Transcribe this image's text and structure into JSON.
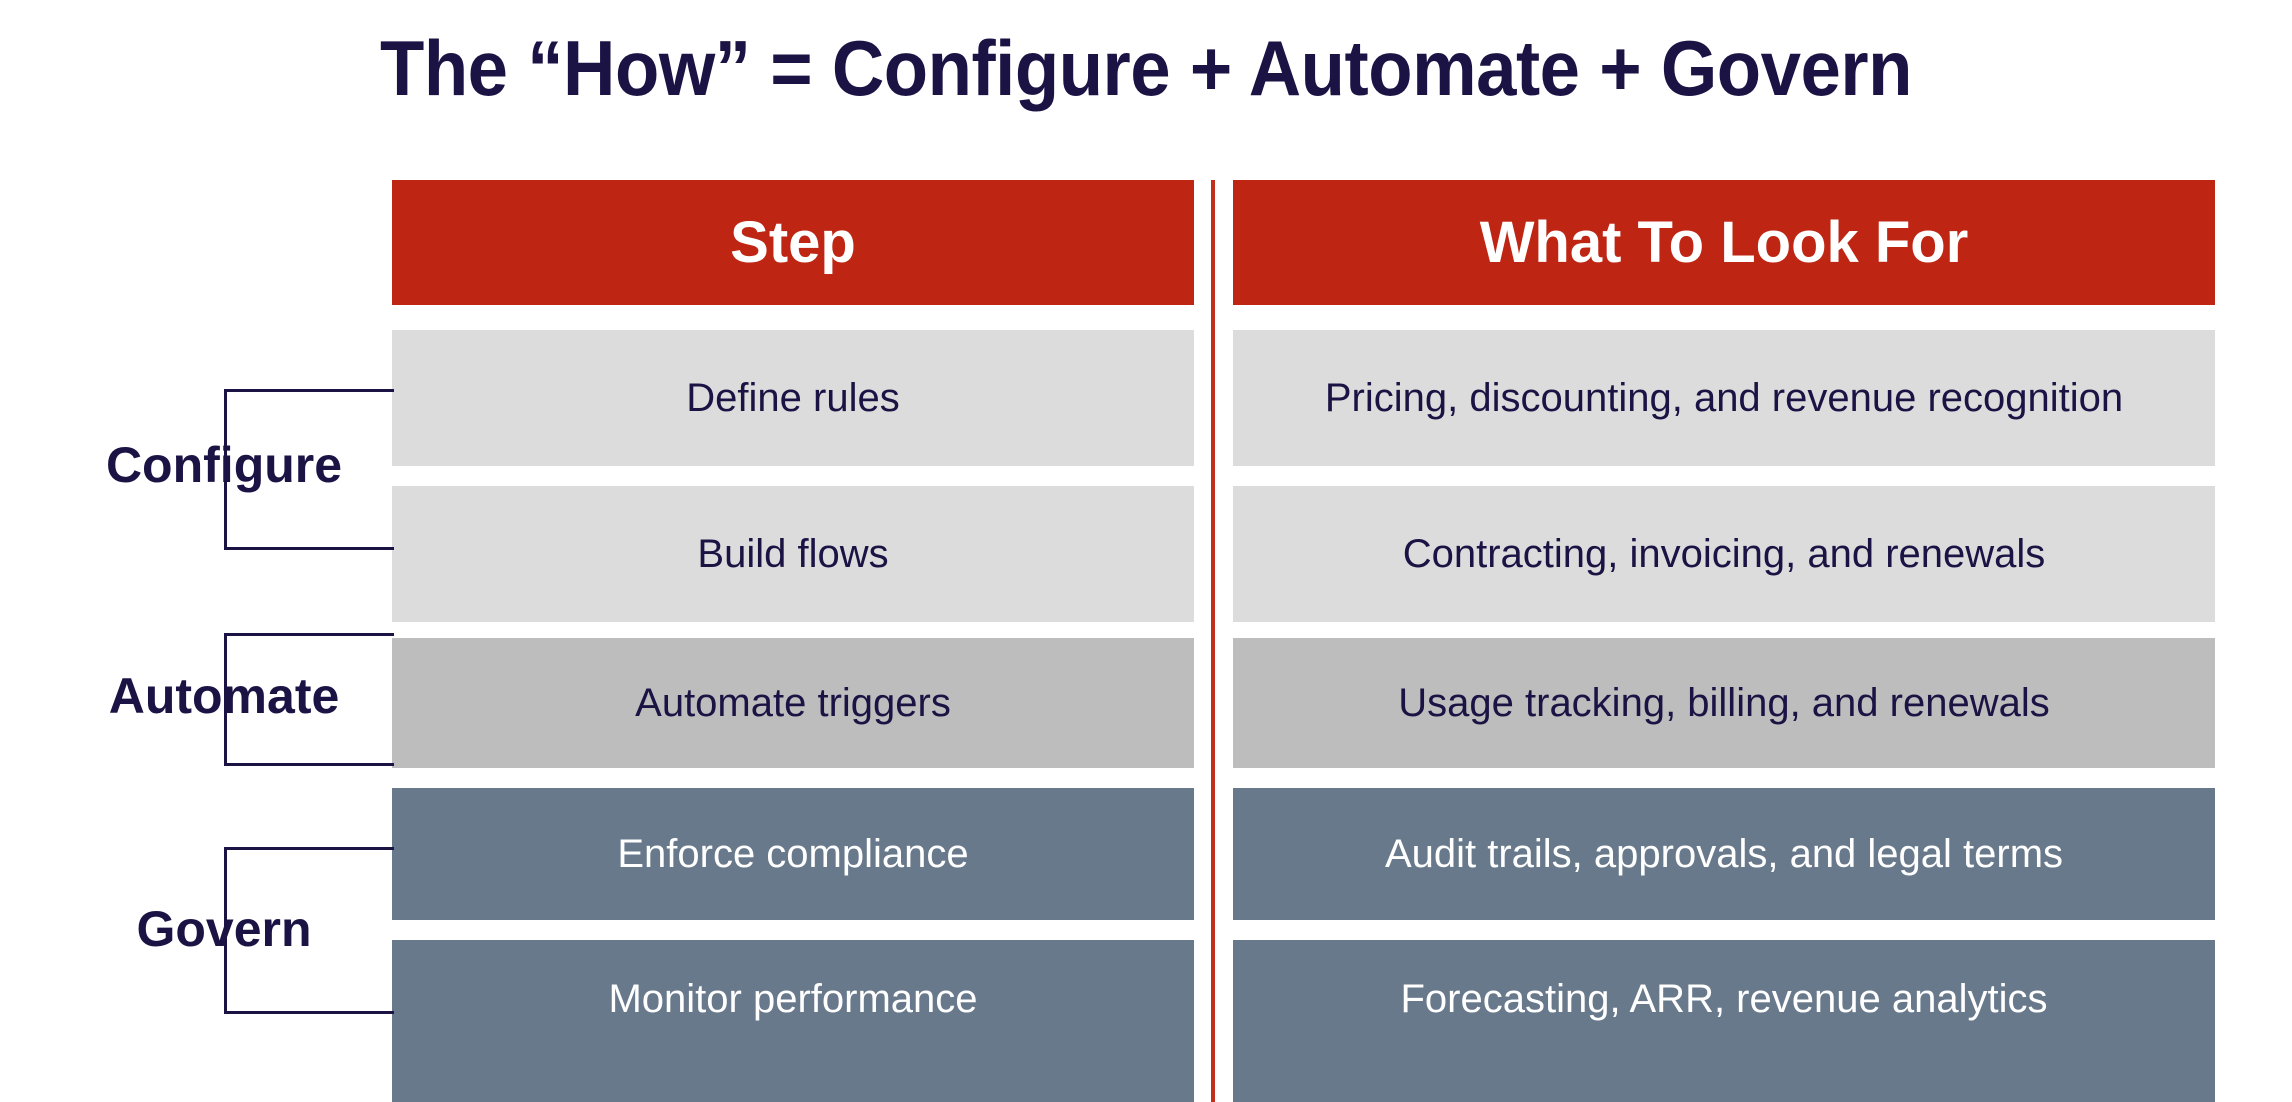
{
  "slide": {
    "title": "The “How” = Configure + Automate + Govern",
    "background_color": "#FFFFFF",
    "title_color": "#1B1344"
  },
  "palette": {
    "header_red": "#BF2513",
    "divider_red": "#C0301C",
    "navy_text": "#1B1344",
    "light_gray": "#DCDCDC",
    "medium_gray": "#BDBDBD",
    "slate_blue": "#68798C",
    "white_text": "#FFFFFF"
  },
  "table": {
    "headers": [
      {
        "label": "Step"
      },
      {
        "label": "What To Look For"
      }
    ],
    "rows": [
      {
        "step": "Define rules",
        "look_for": "Pricing, discounting, and revenue recognition",
        "tint": "light"
      },
      {
        "step": "Build flows",
        "look_for": "Contracting, invoicing, and renewals",
        "tint": "light"
      },
      {
        "step": "Automate triggers",
        "look_for": "Usage tracking, billing, and renewals",
        "tint": "medium"
      },
      {
        "step": "Enforce compliance",
        "look_for": "Audit trails, approvals, and legal terms",
        "tint": "slate"
      },
      {
        "step": "Monitor performance",
        "look_for": "Forecasting, ARR, revenue analytics",
        "tint": "slate"
      }
    ]
  },
  "groups": [
    {
      "label": "Configure",
      "rows": [
        0,
        1
      ]
    },
    {
      "label": "Automate",
      "rows": [
        2
      ]
    },
    {
      "label": "Govern",
      "rows": [
        3,
        4
      ]
    }
  ]
}
